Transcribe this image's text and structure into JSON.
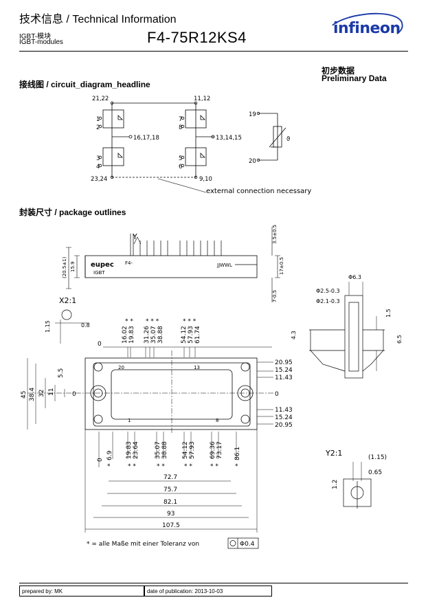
{
  "header": {
    "title": "技术信息 / Technical Information",
    "subtitle_cn": "IGBT-模块",
    "subtitle_en": "IGBT-modules",
    "part_number": "F4-75R12KS4",
    "logo_text": "infineon",
    "brand_color": "#1b3aa8"
  },
  "status": {
    "cn": "初步数据",
    "en": "Preliminary Data"
  },
  "sections": {
    "circuit": "接线图 / circuit_diagram_headline",
    "package": "封装尺寸 / package outlines"
  },
  "circuit": {
    "pins_top_left": "21,22",
    "pins_top_right": "11,12",
    "pin1": "1",
    "pin2": "2",
    "pin7": "7",
    "pin8": "8",
    "pins_mid_left": "16,17,18",
    "pins_mid_right": "13,14,15",
    "pin3": "3",
    "pin4": "4",
    "pin5": "5",
    "pin6": "6",
    "pins_bot_left": "23,24",
    "pins_bot_right": "9,10",
    "external_note": "external connection necessary",
    "ntc_pin_top": "19",
    "ntc_pin_bot": "20",
    "ntc_symbol": "ϑ"
  },
  "package": {
    "view_label_y": "Y",
    "detail_x": "X2:1",
    "detail_y": "Y2:1",
    "side_dims": [
      "3.5±0.5",
      "(20.5±1)",
      "15.9",
      "17±0.5",
      "7-0.5"
    ],
    "brand_labels": [
      "eupec",
      "IGBT",
      "F4-",
      "JJWWL"
    ],
    "pin_detail": [
      "Φ6.3",
      "Φ2.5-0.3",
      "Φ2.1-0.3",
      "1.5",
      "4.3",
      "6.5"
    ],
    "x_detail_dims": [
      "1.15",
      "0.8"
    ],
    "top_dims": [
      "16.02",
      "19.83",
      "31.26",
      "35.07",
      "38.88",
      "54.12",
      "57.93",
      "61.74"
    ],
    "top_zero": "0",
    "right_dims_top": [
      "20.95",
      "15.24",
      "11.43"
    ],
    "right_dims_bot": [
      "11.43",
      "15.24",
      "20.95"
    ],
    "right_zero": "0",
    "left_dims": [
      "45",
      "38.4",
      "32",
      "11",
      "5.5"
    ],
    "left_zero": "0",
    "pin_labels_board": [
      "20",
      "13",
      "1",
      "8"
    ],
    "bottom_pin_dims": [
      "0",
      "6.9",
      "19.83",
      "23.64",
      "35.07",
      "38.88",
      "54.12",
      "57.93",
      "69.36",
      "73.17",
      "86.1"
    ],
    "overall_dims": [
      "72.7",
      "75.7",
      "82.1",
      "93",
      "107.5"
    ],
    "y_detail_dims": [
      "(1.15)",
      "0.65",
      "1.2"
    ],
    "tolerance_note": "* = alle Maße mit einer Toleranz von",
    "tolerance_value": "Φ0.4"
  },
  "footer": {
    "prepared": "prepared by: MK",
    "date": "date of publication: 2013-10-03"
  }
}
